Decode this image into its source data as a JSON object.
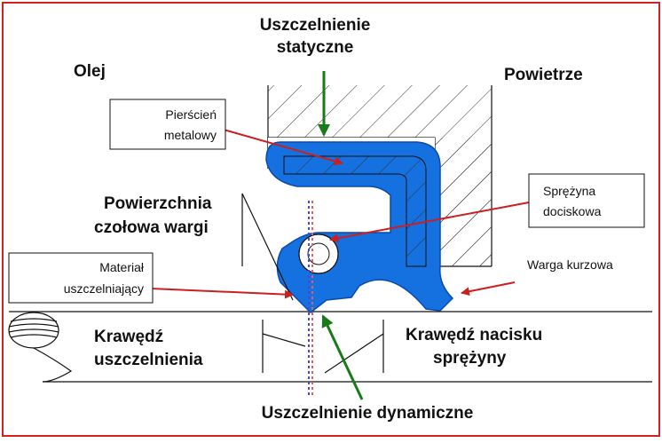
{
  "labels": {
    "static_seal": [
      "Uszczelnienie",
      "statyczne"
    ],
    "oil": "Olej",
    "air": "Powietrze",
    "metal_ring": [
      "Pierścień",
      "metalowy"
    ],
    "lip_face": [
      "Powierzchnia",
      "czołowa wargi"
    ],
    "spring": [
      "Sprężyna",
      "dociskowa"
    ],
    "material": [
      "Materiał",
      "uszczelniający"
    ],
    "dust_lip": "Warga kurzowa",
    "seal_edge": [
      "Krawędź",
      "uszczelnienia"
    ],
    "spring_edge": [
      "Krawędź nacisku",
      "sprężyny"
    ],
    "dynamic_seal": "Uszczelnienie dynamiczne"
  },
  "colors": {
    "frame": "#d42020",
    "seal": "#1570e0",
    "arrow_red": "#cc1f1f",
    "arrow_green": "#1a7a1a",
    "axis_red": "#e06060",
    "axis_blue": "#4a4ad0"
  }
}
